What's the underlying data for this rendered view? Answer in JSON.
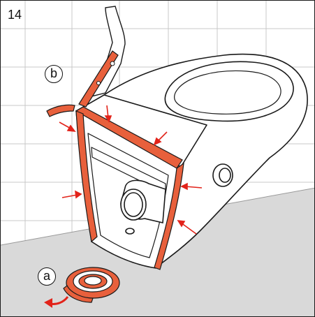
{
  "step_number": "14",
  "labels": {
    "a": "a",
    "b": "b"
  },
  "colors": {
    "seal_tape": "#e8603c",
    "arrow": "#e2231a",
    "outline": "#1a1a1a",
    "floor": "#d9d9d9",
    "tile_line": "#c8c8c8"
  },
  "icons": [
    "hand-with-scissors-icon",
    "tape-roll-icon",
    "unroll-arrow-icon",
    "seal-arrow-icon"
  ]
}
